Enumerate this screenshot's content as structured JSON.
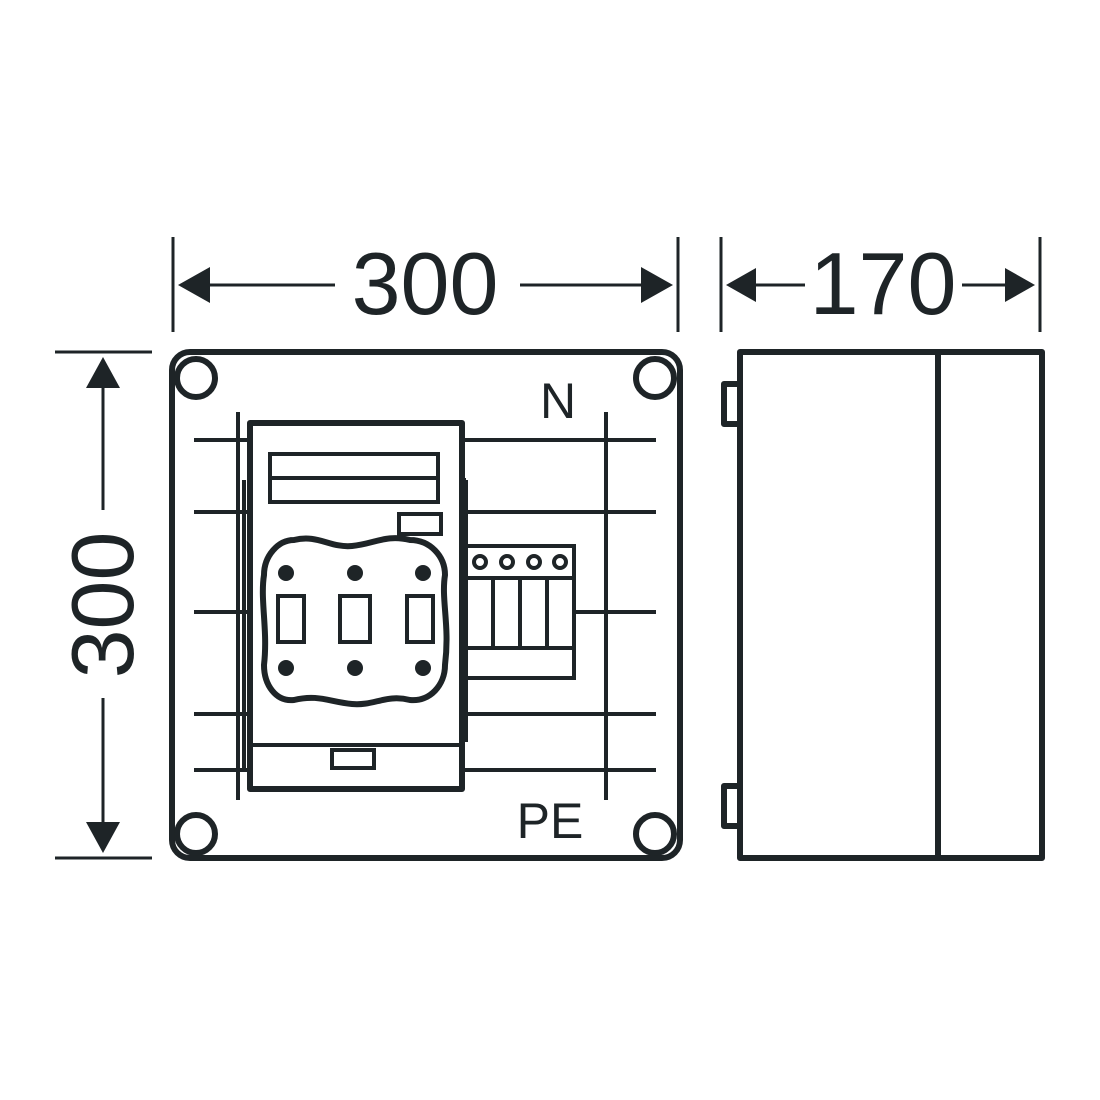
{
  "dimensions": {
    "front_width": "300",
    "depth": "170",
    "height": "300"
  },
  "labels": {
    "neutral": "N",
    "protective_earth": "PE"
  },
  "colors": {
    "line": "#1e2427",
    "background": "#ffffff"
  }
}
